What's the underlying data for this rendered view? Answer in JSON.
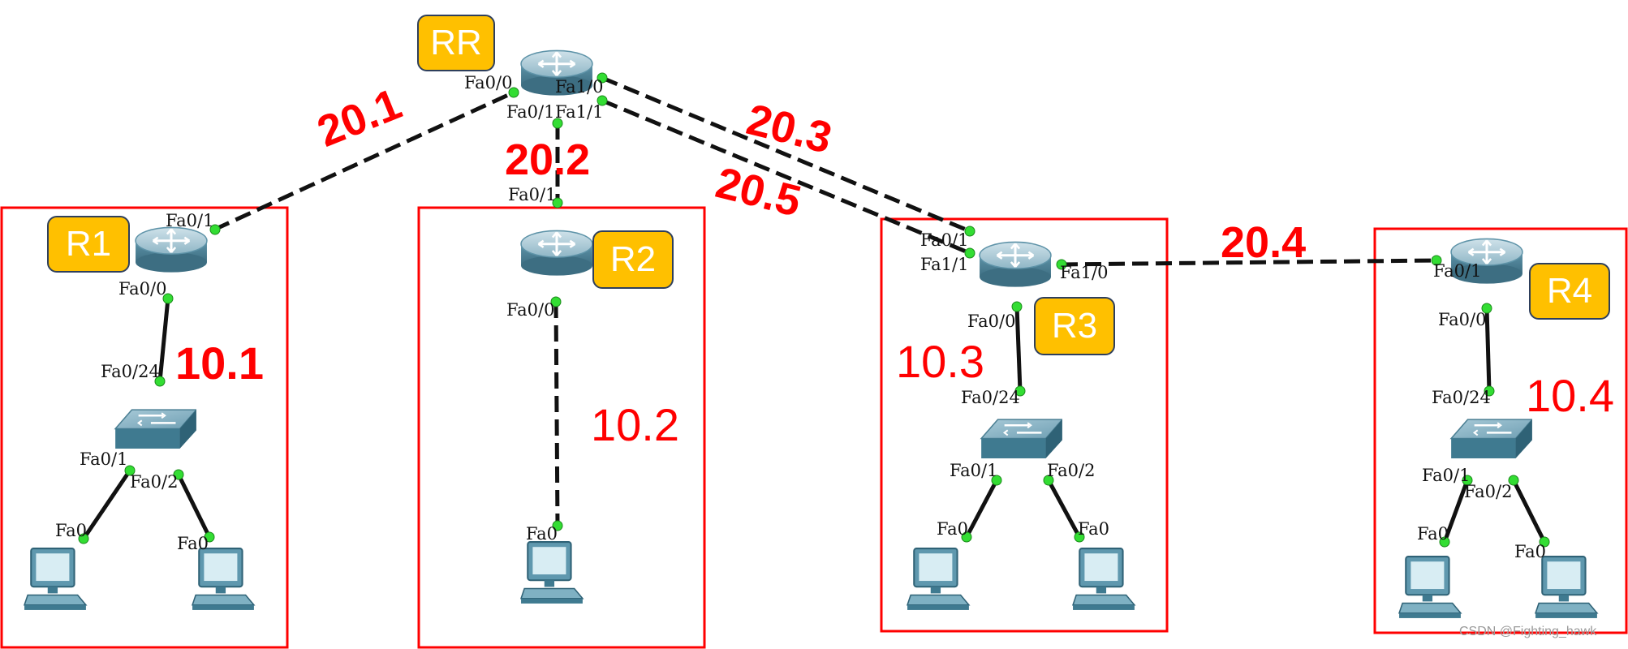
{
  "routers": {
    "rr": {
      "label": "RR"
    },
    "r1": {
      "label": "R1"
    },
    "r2": {
      "label": "R2"
    },
    "r3": {
      "label": "R3"
    },
    "r4": {
      "label": "R4"
    }
  },
  "links": {
    "rr_r1": "20.1",
    "rr_r2": "20.2",
    "rr_r3_a": "20.3",
    "rr_r3_b": "20.5",
    "r3_r4": "20.4"
  },
  "lans": {
    "r1": "10.1",
    "r2": "10.2",
    "r3": "10.3",
    "r4": "10.4"
  },
  "ports": {
    "rr_fa00": "Fa0/0",
    "rr_fa01": "Fa0/1",
    "rr_fa10": "Fa1/0",
    "rr_fa11": "Fa1/1",
    "r1_fa01": "Fa0/1",
    "r1_fa00": "Fa0/0",
    "sw1_fa024": "Fa0/24",
    "sw1_fa01": "Fa0/1",
    "sw1_fa02": "Fa0/2",
    "pc1a_fa0": "Fa0",
    "pc1b_fa0": "Fa0",
    "r2_fa01": "Fa0/1",
    "r2_fa00": "Fa0/0",
    "pc2_fa0": "Fa0",
    "r3_fa01": "Fa0/1",
    "r3_fa11": "Fa1/1",
    "r3_fa10": "Fa1/0",
    "r3_fa00": "Fa0/0",
    "sw3_fa024": "Fa0/24",
    "sw3_fa01": "Fa0/1",
    "sw3_fa02": "Fa0/2",
    "pc3a_fa0": "Fa0",
    "pc3b_fa0": "Fa0",
    "r4_fa01": "Fa0/1",
    "r4_fa00": "Fa0/0",
    "sw4_fa024": "Fa0/24",
    "sw4_fa01": "Fa0/1",
    "sw4_fa02": "Fa0/2",
    "pc4a_fa0": "Fa0",
    "pc4b_fa0": "Fa0"
  },
  "watermark": "CSDN @Fighting_hawk",
  "colors": {
    "badge": "#ffc000",
    "badge_border": "#2e3f5c",
    "annotation": "#ff0000",
    "port_dot": "#33dd33",
    "device": "#6fa8bd"
  }
}
